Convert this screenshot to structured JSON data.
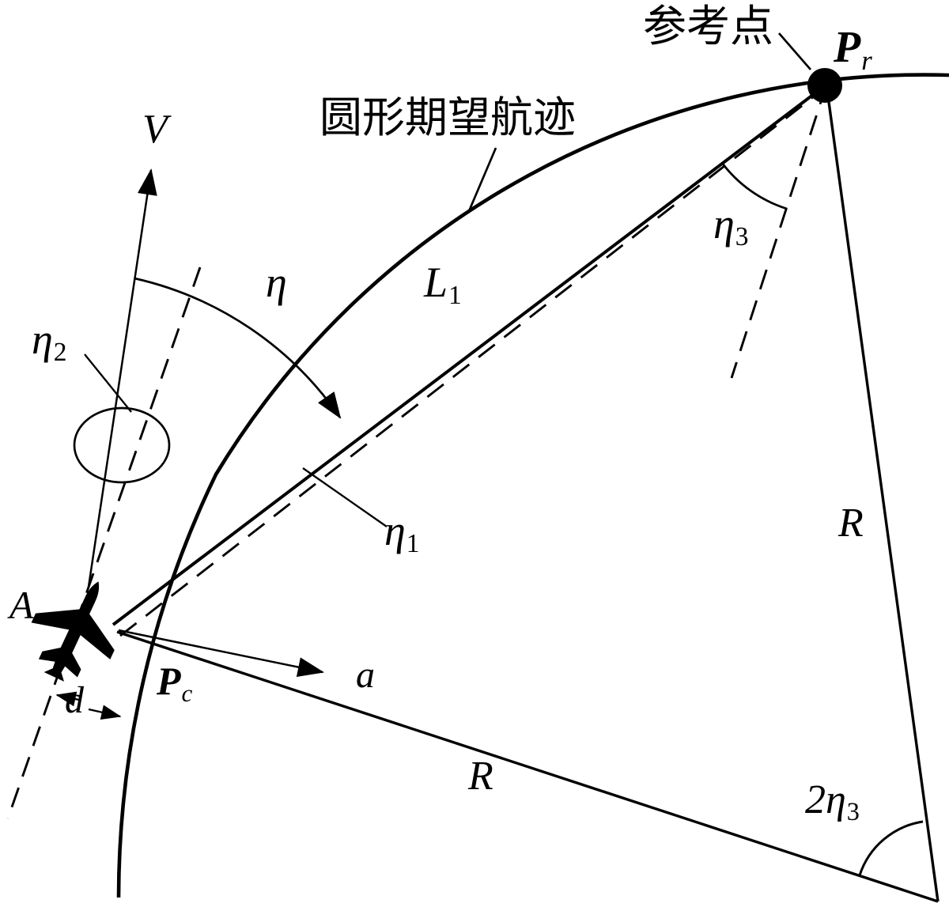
{
  "diagram": {
    "background": "#ffffff",
    "ink": "#000000",
    "labels": {
      "reference_point": "参考点",
      "desired_path": "圆形期望航迹",
      "velocity": "V",
      "point_a": "A",
      "accel": "a",
      "cross_track": "d",
      "radius_upper": "R",
      "radius_lower": "R",
      "eta": "η",
      "eta1": {
        "base": "η",
        "sub": "1"
      },
      "eta2": {
        "base": "η",
        "sub": "2"
      },
      "eta3": {
        "base": "η",
        "sub": "3"
      },
      "two_eta3": {
        "base": "2η",
        "sub": "3"
      },
      "l1": {
        "base": "L",
        "sub": "1"
      },
      "pr": {
        "base": "P",
        "sub": "r"
      },
      "pc": {
        "base": "P",
        "sub": "c"
      }
    }
  }
}
